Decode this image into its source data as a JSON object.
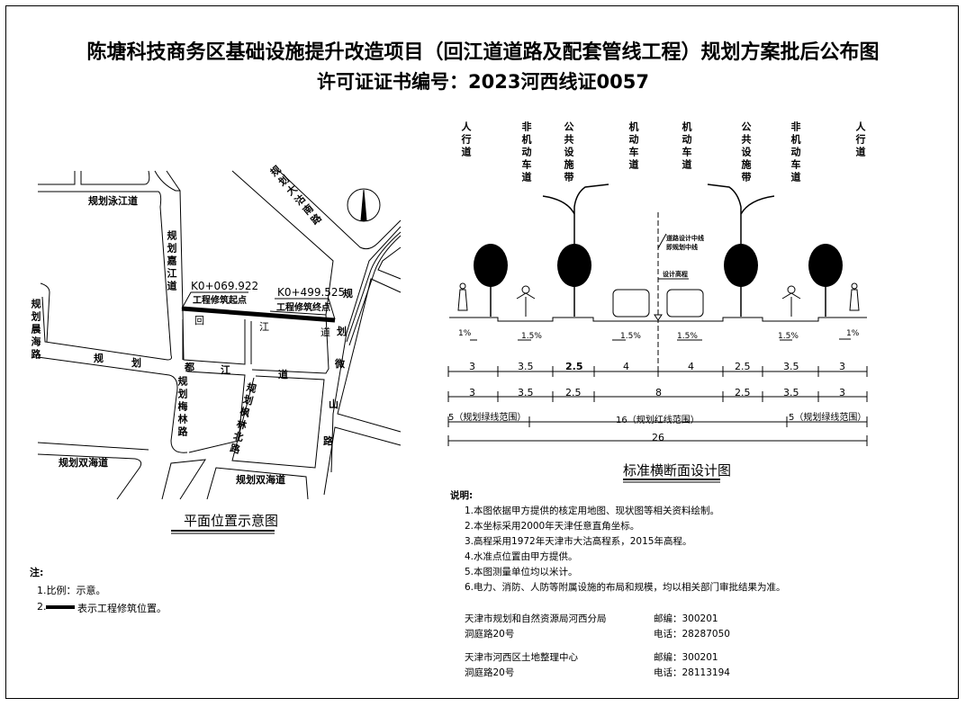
{
  "title": "陈塘科技商务区基础设施提升改造项目（回江道道路及配套管线工程）规划方案批后公布图",
  "subtitle": "许可证证书编号：2023河西线证0057",
  "map": {
    "caption": "平面位置示意图",
    "roads": [
      "规划泳江道",
      "规划大沽南路",
      "规划嘉江道",
      "规划晨海路",
      "规",
      "划",
      "都",
      "江",
      "道",
      "规划梅林路",
      "规划枫林北路",
      "规",
      "划",
      "微",
      "山",
      "路",
      "规划双海道",
      "规划双海道",
      "回",
      "江",
      "道"
    ],
    "start_station": "K0+069.922",
    "start_label": "工程修筑起点",
    "end_station": "K0+499.525",
    "end_label": "工程修筑终点"
  },
  "map_notes": {
    "heading": "注:",
    "items": [
      "1.比例：示意。",
      "2.",
      "表示工程修筑位置。"
    ]
  },
  "section": {
    "caption": "标准横断面设计图",
    "lanes": [
      "人行道",
      "非机动车道",
      "公共设施带",
      "机动车道",
      "机动车道",
      "公共设施带",
      "非机动车道",
      "人行道"
    ],
    "centerline_label_1": "道路设计中线",
    "centerline_label_2": "即规划中线",
    "design_elevation": "设计高程",
    "slopes": [
      "1%",
      "1.5%",
      "1.5%",
      "1.5%",
      "1.5%",
      "1%"
    ],
    "dims_row1": [
      "3",
      "3.5",
      "2.5",
      "4",
      "4",
      "2.5",
      "3.5",
      "3"
    ],
    "dims_row2": [
      "3",
      "3.5",
      "2.5",
      "8",
      "2.5",
      "3.5",
      "3"
    ],
    "dims_row3": [
      "5（规划绿线范围）",
      "16（规划红线范围）",
      "5（规划绿线范围）"
    ],
    "total": "26"
  },
  "explanation": {
    "heading": "说明:",
    "items": [
      "1.本图依据甲方提供的核定用地图、现状图等相关资料绘制。",
      "2.本坐标采用2000年天津任意直角坐标。",
      "3.高程采用1972年天津市大沽高程系，2015年高程。",
      "4.水准点位置由甲方提供。",
      "5.本图测量单位均以米计。",
      "6.电力、消防、人防等附属设施的布局和规模，均以相关部门审批结果为准。"
    ]
  },
  "contacts": [
    {
      "org": "天津市规划和自然资源局河西分局",
      "addr": "洞庭路20号",
      "zip": "邮编：300201",
      "tel": "电话：28287050"
    },
    {
      "org": "天津市河西区土地整理中心",
      "addr": "洞庭路20号",
      "zip": "邮编：300201",
      "tel": "电话：28113194"
    }
  ]
}
